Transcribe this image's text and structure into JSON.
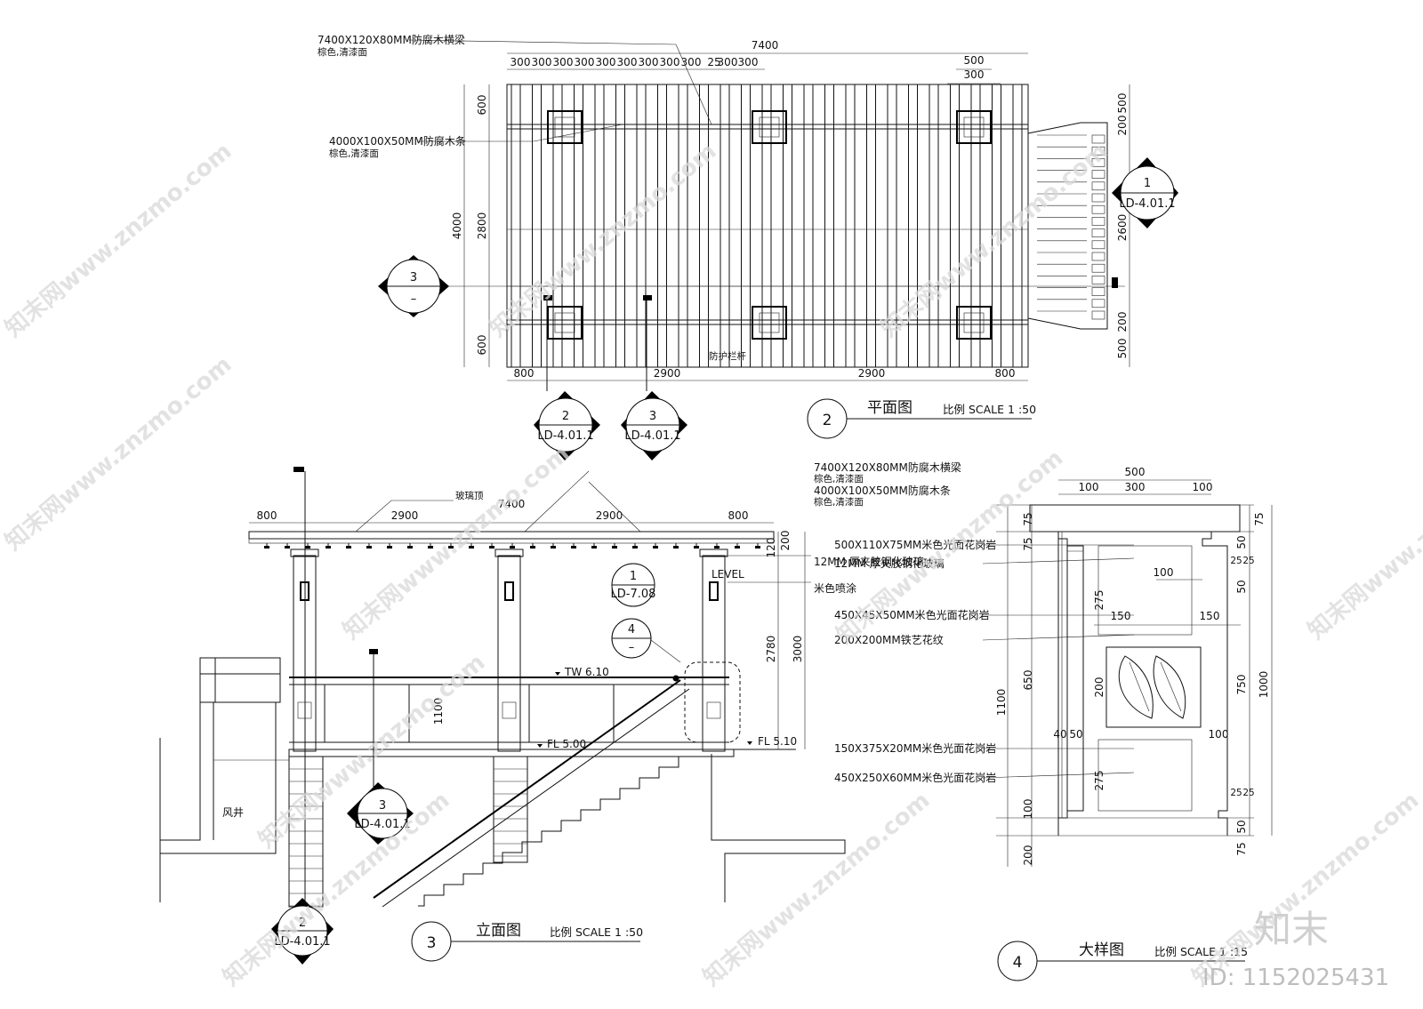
{
  "plan": {
    "title": "平面图",
    "scale": "比例 SCALE 1 :50",
    "number": "2",
    "overall_width": "7400",
    "top_spacings": [
      "300",
      "300",
      "300",
      "300",
      "300",
      "300",
      "300",
      "300",
      "300",
      "25",
      "300",
      "300"
    ],
    "top_right_a": "500",
    "top_right_b": "300",
    "bottom_dims": [
      "800",
      "2900",
      "2900",
      "800"
    ],
    "left_dims": [
      "600",
      "2800",
      "600"
    ],
    "left_total": "4000",
    "right_dims": [
      "500",
      "200",
      "2600",
      "200",
      "500"
    ],
    "note1_line1": "7400X120X80MM防腐木横梁",
    "note1_line2": "棕色,清漆面",
    "note2_line1": "4000X100X50MM防腐木条",
    "note2_line2": "棕色,清漆面",
    "rail_label": "防护栏杆",
    "sec_left_num": "3",
    "sec_left_ref": "–",
    "sec_right_num": "1",
    "sec_right_ref": "LD-4.01.1",
    "sec_b1_num": "2",
    "sec_b1_ref": "LD-4.01.1",
    "sec_b2_num": "3",
    "sec_b2_ref": "LD-4.01.1"
  },
  "elevation": {
    "title": "立面图",
    "scale": "比例 SCALE 1 :50",
    "number": "3",
    "overall_width": "7400",
    "top_dims": [
      "800",
      "2900",
      "2900",
      "800"
    ],
    "glass_roof": "玻璃顶",
    "notes": [
      "7400X120X80MM防腐木横梁",
      "棕色,清漆面",
      "4000X100X50MM防腐木条",
      "棕色,清漆面",
      "12MM 厚夹胶钢化玻璃",
      "米色喷涂"
    ],
    "right_dims": [
      "120",
      "200",
      "2780",
      "3000"
    ],
    "rail_height": "1100",
    "level_label": "LEVEL",
    "tw_label": "TW 6.10",
    "fl1_label": "FL 5.00",
    "fl2_label": "FL 5.10",
    "shaft_label": "风井",
    "callout1_num": "1",
    "callout1_ref": "LD-7.08",
    "callout4_num": "4",
    "callout4_ref": "–",
    "sec_mid_num": "3",
    "sec_mid_ref": "LD-4.01.1",
    "sec_bot_num": "2",
    "sec_bot_ref": "LD-4.01.1"
  },
  "detail": {
    "title": "大样图",
    "scale": "比例 SCALE 1 :15",
    "number": "4",
    "top_dims": [
      "500",
      "100",
      "300",
      "100"
    ],
    "notes": [
      "500X110X75MM米色光面花岗岩",
      "12MM 厚夹胶钢化玻璃",
      "450X45X50MM米色光面花岗岩",
      "200X200MM铁艺花纹",
      "150X375X20MM米色光面花岗岩",
      "450X250X60MM米色光面花岗岩"
    ],
    "left_dims": [
      "75",
      "75",
      "1100",
      "650",
      "40",
      "50",
      "100",
      "200"
    ],
    "inner_dims": [
      "100",
      "275",
      "150",
      "150",
      "200",
      "100",
      "275"
    ],
    "right_dims": [
      "75",
      "50",
      "25",
      "25",
      "50",
      "750",
      "1000",
      "25",
      "25",
      "50",
      "75"
    ]
  },
  "watermark": {
    "site": "知末网www.znzmo.com",
    "brand": "知末",
    "id": "ID: 1152025431"
  }
}
